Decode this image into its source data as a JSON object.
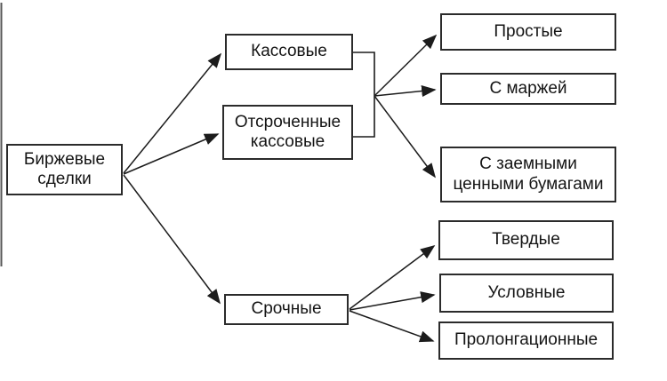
{
  "diagram": {
    "root": {
      "label": "Биржевые\nсделки"
    },
    "level2": [
      {
        "label": "Кассовые"
      },
      {
        "label": "Отсроченные\nкассовые"
      },
      {
        "label": "Срочные"
      }
    ],
    "cash_subtypes": [
      {
        "label": "Простые"
      },
      {
        "label": "С маржей"
      },
      {
        "label": "С заемными\nценными бумагами"
      }
    ],
    "term_subtypes": [
      {
        "label": "Твердые"
      },
      {
        "label": "Условные"
      },
      {
        "label": "Пролонгационные"
      }
    ],
    "colors": {
      "background": "#ffffff",
      "line": "#1c1c1c",
      "box_border": "#2b2b2b",
      "text": "#141414"
    }
  }
}
